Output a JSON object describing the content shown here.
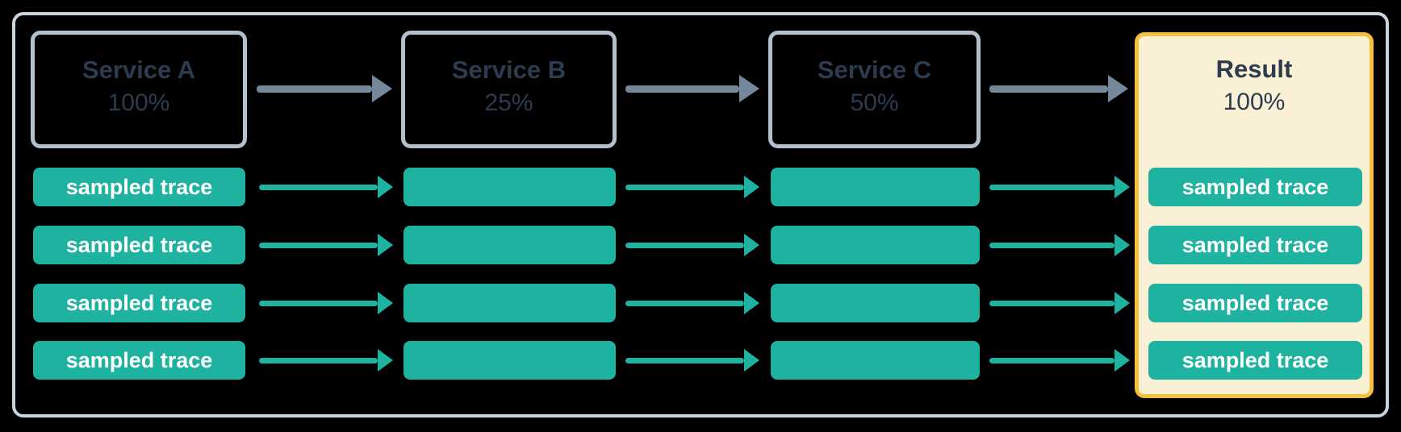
{
  "columns": [
    {
      "title": "Service A",
      "percent": "100%",
      "kind": "service",
      "traces_labeled": true
    },
    {
      "title": "Service B",
      "percent": "25%",
      "kind": "service",
      "traces_labeled": false
    },
    {
      "title": "Service C",
      "percent": "50%",
      "kind": "service",
      "traces_labeled": false
    },
    {
      "title": "Result",
      "percent": "100%",
      "kind": "result",
      "traces_labeled": true
    }
  ],
  "trace_label": "sampled trace",
  "trace_rows_per_column": 4,
  "flow": "Service A -> Service B -> Service C -> Result",
  "colors": {
    "background": "#000000",
    "trace_teal": "#1EB2A1",
    "flow_arrow_gray": "#75879A",
    "service_box_border": "#B3C0CD",
    "outer_frame_border": "#C9D4DF",
    "result_box_fill": "#FAF0D6",
    "result_box_border": "#F5C13D",
    "heading_text": "#2C3C4E",
    "trace_text": "#FFFFFF"
  }
}
